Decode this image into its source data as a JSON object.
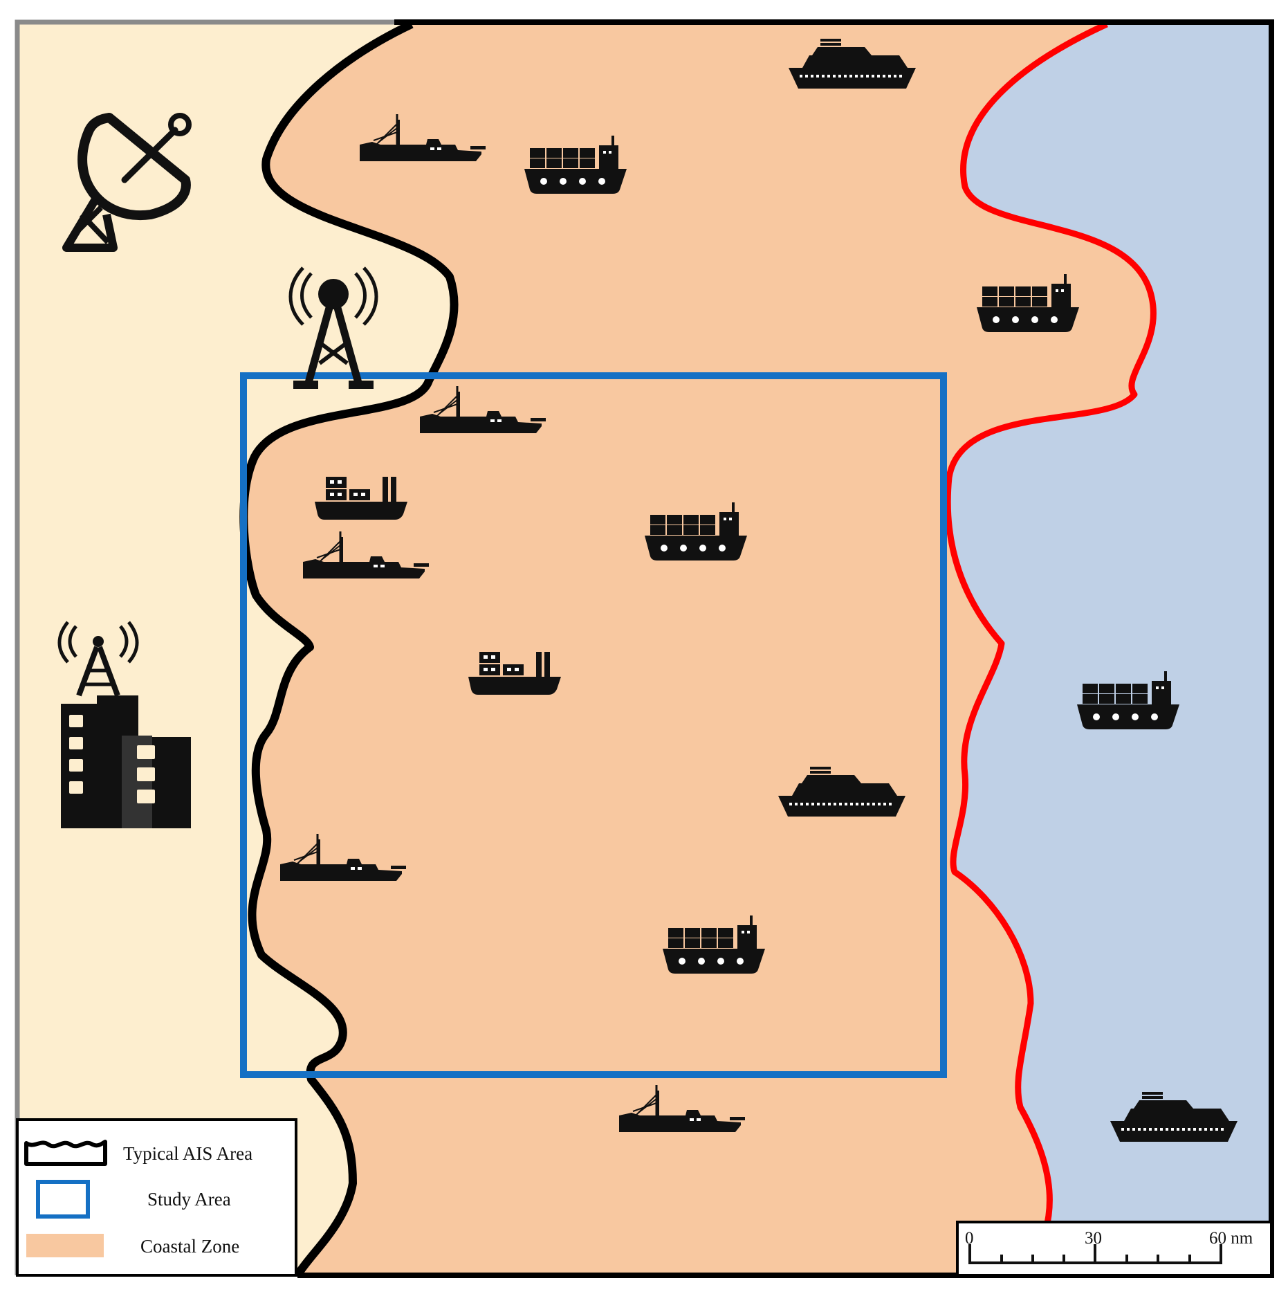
{
  "legend": {
    "items": [
      {
        "key": "typical_ais",
        "label": "Typical AIS Area"
      },
      {
        "key": "study",
        "label": "Study Area"
      },
      {
        "key": "coastal",
        "label": "Coastal Zone"
      }
    ]
  },
  "scalebar": {
    "ticks": [
      "0",
      "30",
      "60 nm"
    ]
  },
  "colors": {
    "land": "#fdeecf",
    "coastal_zone": "#f8c8a0",
    "open_sea": "#bfd0e6",
    "coastline": "#000000",
    "ais_boundary": "#ff0000",
    "study_area": "#1570c4",
    "icon": "#111111"
  },
  "icons": {
    "land": [
      "satellite-dish-icon",
      "radio-tower-icon",
      "city-antenna-icon"
    ],
    "vessels": [
      "fishing-boat-icon",
      "container-ship-icon",
      "cargo-ship-icon",
      "cruise-ship-icon"
    ]
  }
}
